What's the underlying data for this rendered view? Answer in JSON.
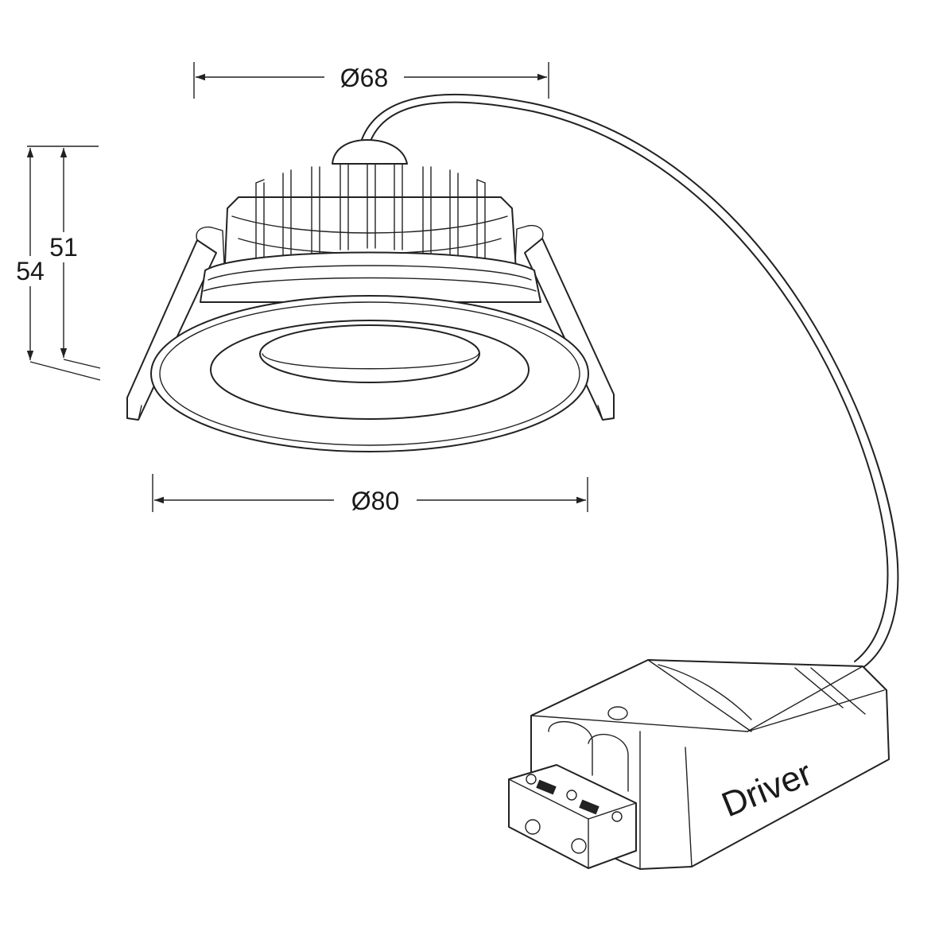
{
  "dimensions": {
    "cutout_diameter": "Ø68",
    "outer_diameter": "Ø80",
    "total_height": "54",
    "body_height": "51"
  },
  "labels": {
    "driver": "Driver"
  }
}
